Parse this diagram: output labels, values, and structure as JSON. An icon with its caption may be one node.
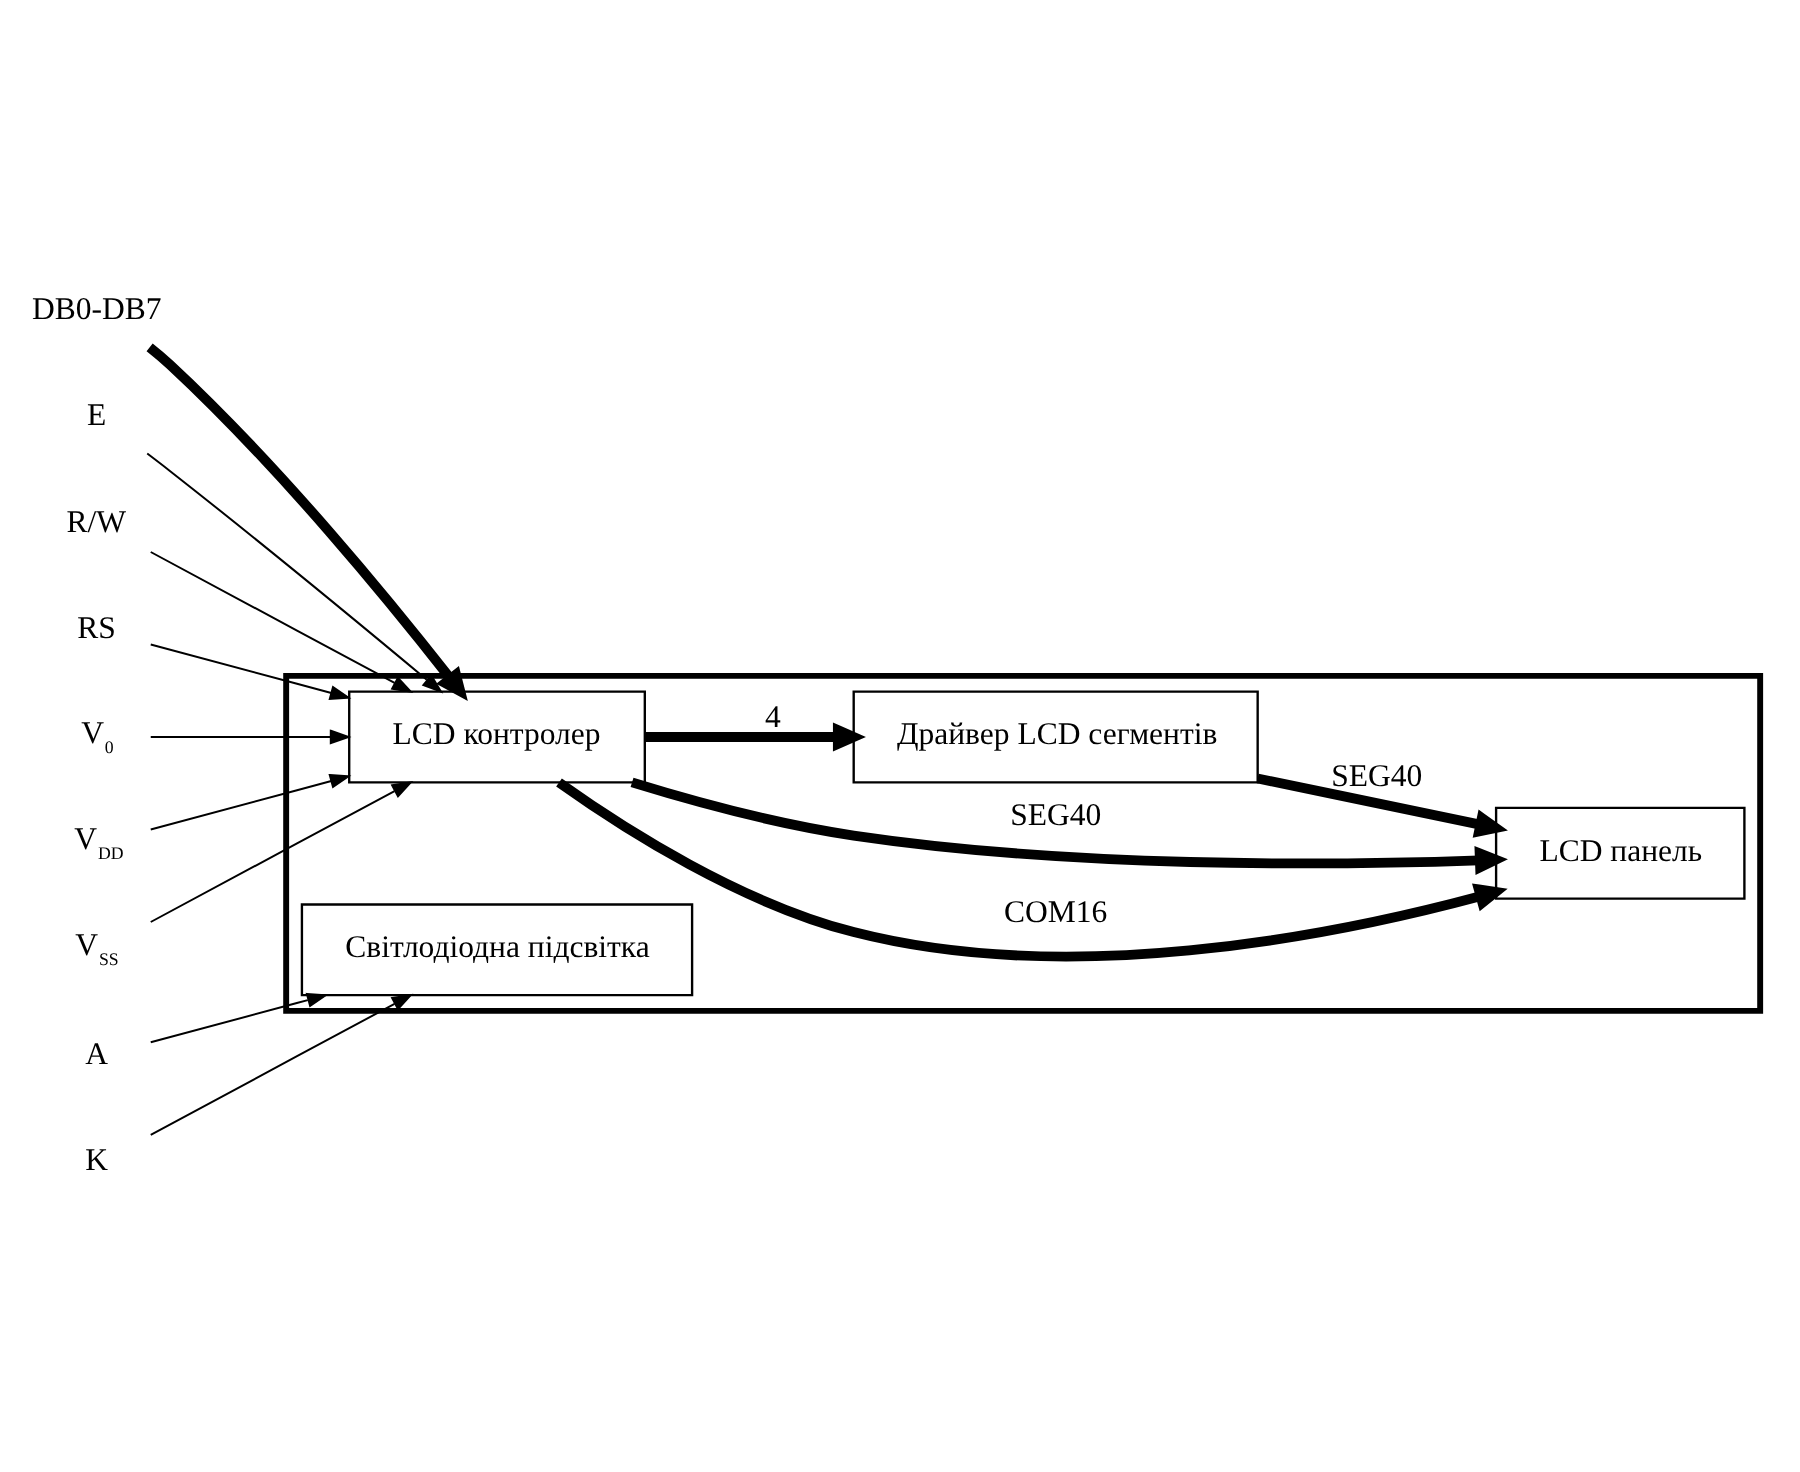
{
  "diagram": {
    "nodes": [
      {
        "text": [],
        "shape": "box"
      },
      {
        "text": [
          "LCD контролер"
        ],
        "in": 0
      },
      {
        "text": [
          "LCD панель"
        ],
        "in": 0
      },
      {
        "text": [
          "Драйвер LCD сегментів"
        ],
        "in": 0
      },
      {
        "text": [
          "Світлодіодна підсвітка"
        ],
        "in": 0
      },
      {
        "text": [
          "DB0-DB7"
        ]
      },
      {
        "text": [
          "E"
        ]
      },
      {
        "text": [
          "R/W"
        ]
      },
      {
        "text": [
          "RS"
        ]
      },
      {
        "text": [
          "V$_{0}$"
        ]
      },
      {
        "text": [
          "V$_{DD}$"
        ]
      },
      {
        "text": [
          "V$_{SS}$"
        ]
      },
      {
        "text": [
          "A"
        ]
      },
      {
        "text": [
          "K"
        ]
      }
    ],
    "edges": [
      {
        "from": 5,
        "to": 1,
        "arrow": "to",
        "style": "thick"
      },
      {
        "from": 1,
        "to": 2,
        "arrow": "to",
        "label": "COM16",
        "style": "thick"
      },
      {
        "from": 1,
        "to": 2,
        "arrow": "to",
        "label": "SEG40",
        "style": "thick"
      },
      {
        "from": 1,
        "to": 3,
        "arrow": "to",
        "label": "4",
        "style": "thick"
      },
      {
        "from": 3,
        "to": 2,
        "arrow": "to",
        "label": "SEG40",
        "style": "thick"
      },
      {
        "from": 6,
        "to": 1,
        "arrow": "to"
      },
      {
        "from": 7,
        "to": 1,
        "arrow": "to"
      },
      {
        "from": 8,
        "to": 1,
        "arrow": "to"
      },
      {
        "from": 9,
        "to": 1,
        "arrow": "to"
      },
      {
        "from": 10,
        "to": 1,
        "arrow": "to"
      },
      {
        "from": 11,
        "to": 1,
        "arrow": "to"
      },
      {
        "from": 12,
        "to": 4,
        "arrow": "to"
      },
      {
        "from": 13,
        "to": 4,
        "arrow": "to"
      }
    ]
  }
}
